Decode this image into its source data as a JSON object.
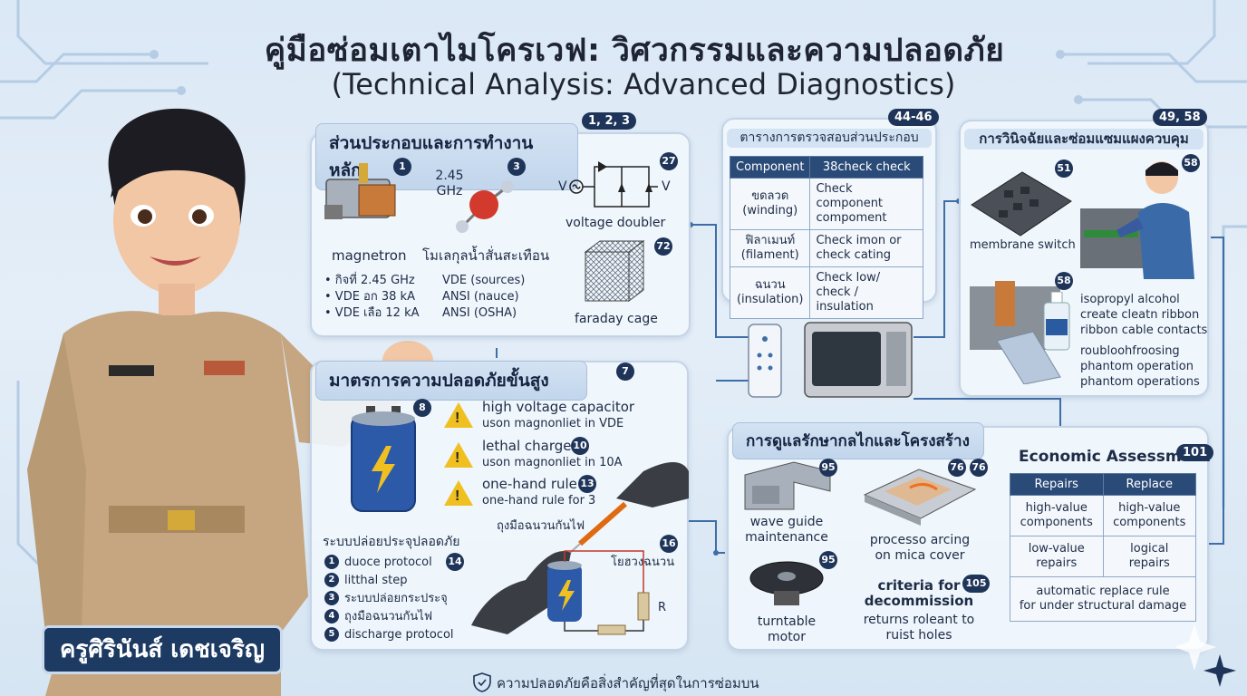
{
  "title": {
    "thai": "คู่มือซ่อมเตาไมโครเวฟ: วิศวกรรมและความปลอดภัย",
    "english": "(Technical Analysis: Advanced Diagnostics)"
  },
  "presenter": {
    "name": "ครูศิรินันส์ เดชเจริญ"
  },
  "footer": {
    "text": "ความปลอดภัยคือสิ่งสำคัญที่สุดในการซ่อมบน"
  },
  "components": {
    "heading": "ส่วนประกอบและการทำงานหลัก",
    "ref": "1, 2, 3",
    "magnetron": {
      "num": "1",
      "label": "magnetron",
      "specs": [
        "• กิจที่ 2.45 GHz",
        "• VDE อก 38 kA",
        "• VDE เลือ 12 kA"
      ]
    },
    "molecule": {
      "num": "3",
      "freq": "2.45\nGHz",
      "label": "โมเลกุลน้ำสั่นสะเทือน",
      "specs": [
        "VDE (sources)",
        "ANSI (nauce)",
        "ANSI (OSHA)"
      ]
    },
    "doubler": {
      "num": "27",
      "label": "voltage doubler",
      "v": "V"
    },
    "faraday": {
      "num": "72",
      "label": "faraday cage"
    }
  },
  "inspection": {
    "heading": "ตารางการตรวจสอบส่วนประกอบ",
    "ref": "44-46",
    "columns": [
      "Component",
      "38check check"
    ],
    "rows": [
      [
        "ขดลวด\n(winding)",
        "Check component\ncompoment"
      ],
      [
        "ฟิลาเมนท์\n(filament)",
        "Check imon or\ncheck cating"
      ],
      [
        "ฉนวน\n(insulation)",
        "Check low/\ncheck / insulation"
      ]
    ]
  },
  "control": {
    "heading": "การวินิจฉัยและซ่อมแซมแผงควบคุม",
    "ref": "49, 58",
    "membrane": {
      "num": "51",
      "label": "membrane switch"
    },
    "tech_num": "58",
    "ribbon": {
      "num": "58",
      "lines": [
        "isopropyl alcohol",
        "create cleatn ribbon",
        "ribbon cable contacts",
        "roubloohfroosing",
        "phantom operation",
        "phantom operations"
      ]
    }
  },
  "safety": {
    "heading": "มาตรการความปลอดภัยขั้นสูง",
    "ref": "7",
    "cap_num": "8",
    "warnings": [
      {
        "title": "high voltage capacitor",
        "sub": "uson magnonliet in VDE",
        "num": ""
      },
      {
        "title": "lethal charge",
        "sub": "uson magnonliet in 10A",
        "num": "10"
      },
      {
        "title": "one-hand rule",
        "sub": "one-hand rule for 3",
        "num": "13"
      }
    ],
    "discharge_heading": "ระบบปล่อยประจุปลอดภัย",
    "discharge_num": "14",
    "steps": [
      "duoce protocol",
      "litthal step",
      "ระบบปล่อยกระประจุ",
      "ถุงมือฉนวนกันไฟ",
      "discharge protocol"
    ],
    "step_nums": [
      "1",
      "2",
      "3",
      "4",
      "5"
    ],
    "glove_label": "ถุงมือฉนวนกันไฟ",
    "resistor_label": "โยฮวงฉนวน",
    "resistor_num": "16",
    "r": "R"
  },
  "maintenance": {
    "heading": "การดูแลรักษากลไกและโครงสร้าง",
    "waveguide": {
      "num": "95",
      "label": "wave guide\nmaintenance"
    },
    "mica": {
      "nums": [
        "76",
        "76"
      ],
      "label": "processo arcing\non mica cover"
    },
    "turntable": {
      "num": "95",
      "label": "turntable\nmotor"
    },
    "criteria": {
      "num": "105",
      "title": "criteria for\ndecommission",
      "sub": "returns roleant to\nruist holes"
    }
  },
  "economic": {
    "heading": "Economic Assessment",
    "ref": "101",
    "columns": [
      "Repairs",
      "Replace"
    ],
    "rows": [
      [
        "high-value\ncomponents",
        "high-value\ncomponents"
      ],
      [
        "low-value\nrepairs",
        "logical\nrepairs"
      ]
    ],
    "footer": "automatic replace rule\nfor under structural damage"
  },
  "colors": {
    "navy": "#1e3458",
    "panel_border": "#c4d4e6",
    "warning": "#f0c020",
    "accent": "#3e6ea6"
  }
}
